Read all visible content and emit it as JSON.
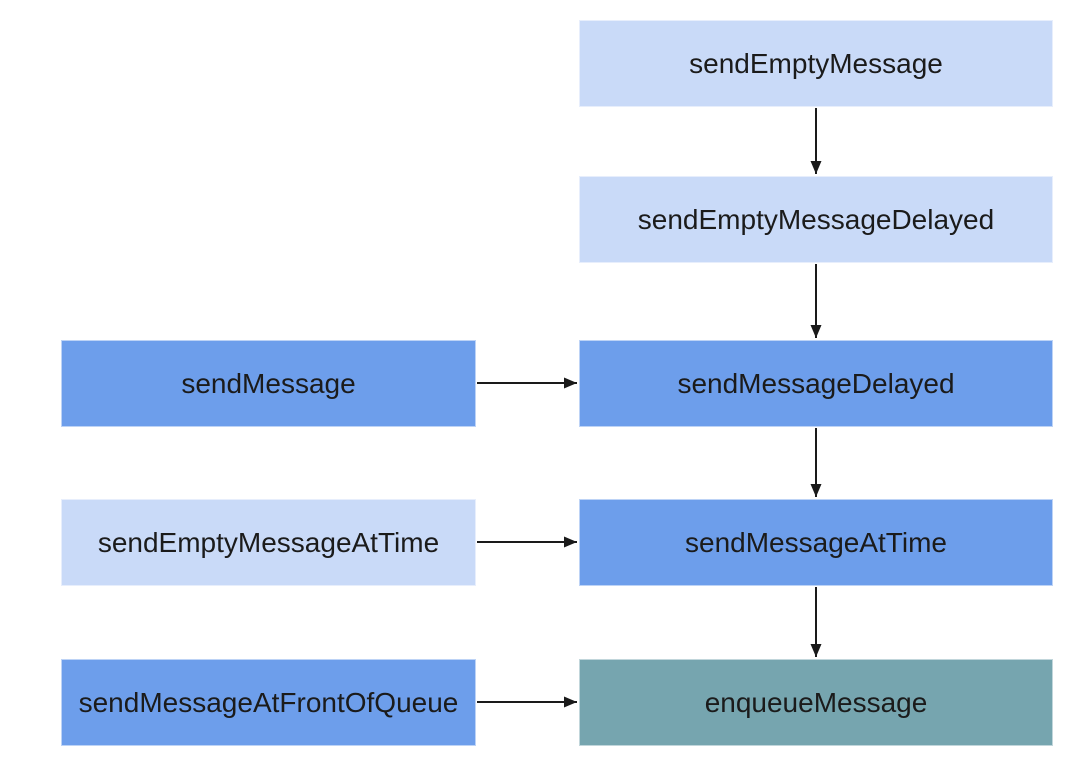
{
  "diagram": {
    "type": "flowchart",
    "background": "#ffffff"
  },
  "colors": {
    "light_blue_box": "#c9daf8",
    "blue_box": "#6d9eeb",
    "teal_box": "#76a5af",
    "arrow": "#1a1a1a",
    "text": "#1b1b1b"
  },
  "nodes": [
    {
      "id": "sendEmptyMessage",
      "label": "sendEmptyMessage",
      "color": "#c9daf8"
    },
    {
      "id": "sendEmptyMessageDelayed",
      "label": "sendEmptyMessageDelayed",
      "color": "#c9daf8"
    },
    {
      "id": "sendMessage",
      "label": "sendMessage",
      "color": "#6d9eeb"
    },
    {
      "id": "sendMessageDelayed",
      "label": "sendMessageDelayed",
      "color": "#6d9eeb"
    },
    {
      "id": "sendEmptyMessageAtTime",
      "label": "sendEmptyMessageAtTime",
      "color": "#c9daf8"
    },
    {
      "id": "sendMessageAtTime",
      "label": "sendMessageAtTime",
      "color": "#6d9eeb"
    },
    {
      "id": "sendMessageAtFrontOfQueue",
      "label": "sendMessageAtFrontOfQueue",
      "color": "#6d9eeb"
    },
    {
      "id": "enqueueMessage",
      "label": "enqueueMessage",
      "color": "#76a5af"
    }
  ],
  "edges": [
    {
      "from": "sendEmptyMessage",
      "to": "sendEmptyMessageDelayed",
      "direction": "down"
    },
    {
      "from": "sendEmptyMessageDelayed",
      "to": "sendMessageDelayed",
      "direction": "down"
    },
    {
      "from": "sendMessage",
      "to": "sendMessageDelayed",
      "direction": "right"
    },
    {
      "from": "sendMessageDelayed",
      "to": "sendMessageAtTime",
      "direction": "down"
    },
    {
      "from": "sendEmptyMessageAtTime",
      "to": "sendMessageAtTime",
      "direction": "right"
    },
    {
      "from": "sendMessageAtTime",
      "to": "enqueueMessage",
      "direction": "down"
    },
    {
      "from": "sendMessageAtFrontOfQueue",
      "to": "enqueueMessage",
      "direction": "right"
    }
  ]
}
